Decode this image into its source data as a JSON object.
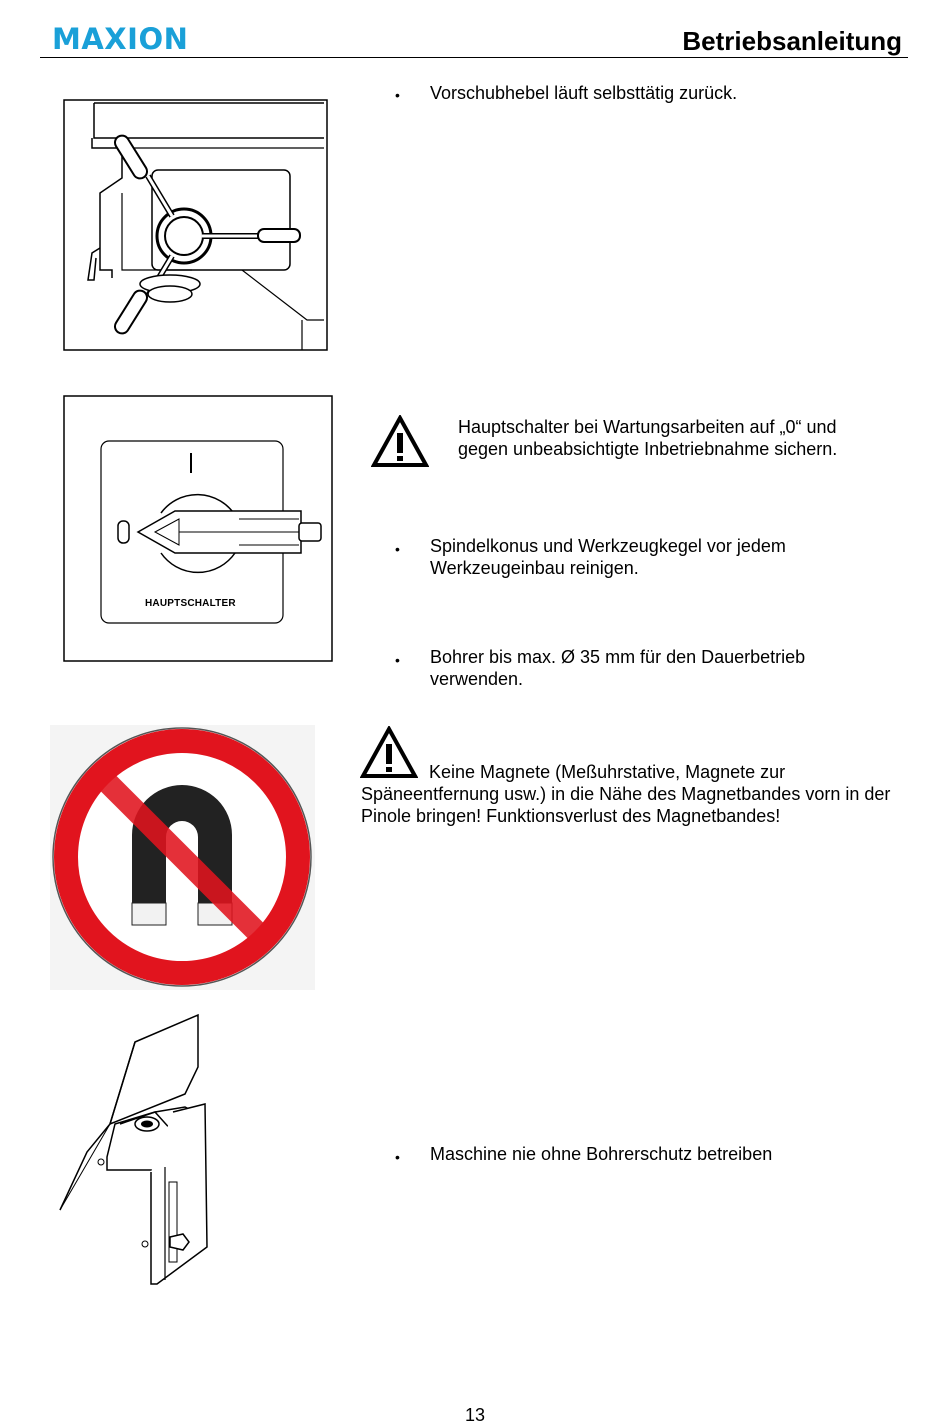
{
  "header": {
    "logo_text": "MAXION",
    "logo_color": "#1aa0d8",
    "document_title": "Betriebsanleitung"
  },
  "items": {
    "feed_lever": "Vorschubhebel läuft selbsttätig zurück.",
    "main_switch_warning": "Hauptschalter bei Wartungsarbeiten auf „0“ und gegen unbeabsichtigte Inbetriebnahme sichern.",
    "spindle_cone": "Spindelkonus und Werkzeugkegel vor jedem Werkzeugeinbau reinigen.",
    "drill_max": "Bohrer bis max. Ø 35 mm für den Dauerbetrieb verwenden.",
    "magnet_warning": "Keine Magnete (Meßuhrstative, Magnete zur Späneentfernung usw.) in die Nähe des Magnetbandes vorn in der Pinole bringen!   Funktionsverlust des Magnetbandes!",
    "drill_guard": "Maschine nie ohne Bohrerschutz betreiben"
  },
  "switch_figure": {
    "label": "HAUPTSCHALTER"
  },
  "footer": {
    "page_number": "13"
  },
  "icons": {
    "warning": "warning-triangle-icon",
    "no_magnets": "no-magnets-sign",
    "bullet": "•"
  },
  "colors": {
    "prohibition_red": "#e1141e"
  }
}
